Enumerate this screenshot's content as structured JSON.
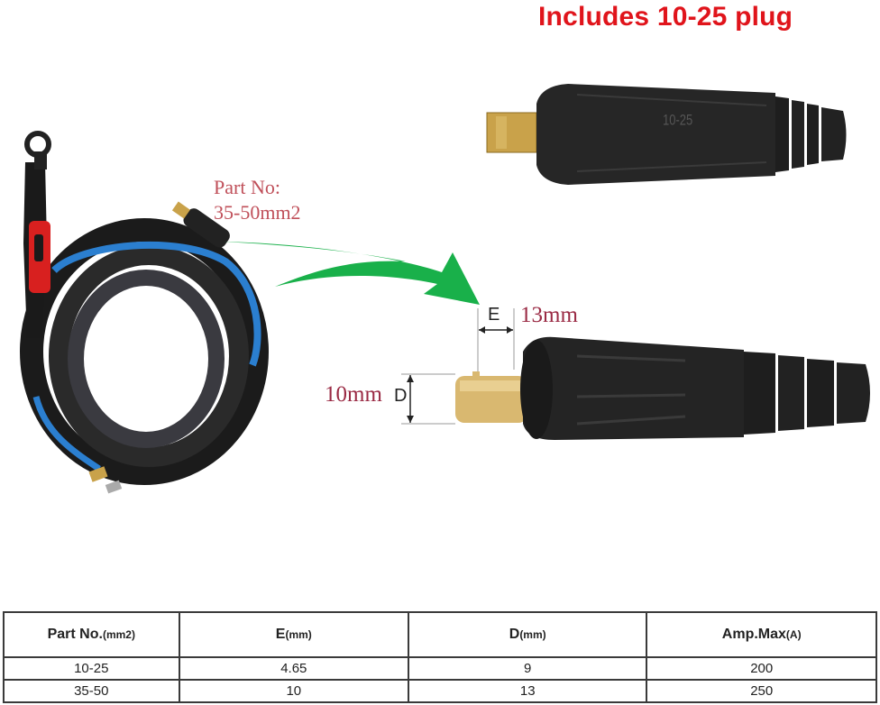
{
  "headline": "Includes 10-25 plug",
  "callout": {
    "line1": "Part No:",
    "line2": "35-50mm2"
  },
  "small_plug": {
    "marking": "10-25"
  },
  "dimensions": {
    "e_letter": "E",
    "e_value": "13mm",
    "d_letter": "D",
    "d_value": "10mm"
  },
  "colors": {
    "headline": "#e0141b",
    "callout_text": "#c0505a",
    "dimension_text": "#9a2a44",
    "arrow": "#19b04a",
    "plug_body": "#2a2a2a",
    "brass": "#c9a24a",
    "hose_blue": "#2b7fd0"
  },
  "table": {
    "headers": [
      {
        "main": "Part No.",
        "unit": "(mm2)"
      },
      {
        "main": "E",
        "unit": "(mm)"
      },
      {
        "main": "D",
        "unit": "(mm)"
      },
      {
        "main": "Amp.Max",
        "unit": "(A)"
      }
    ],
    "rows": [
      [
        "10-25",
        "4.65",
        "9",
        "200"
      ],
      [
        "35-50",
        "10",
        "13",
        "250"
      ]
    ]
  }
}
